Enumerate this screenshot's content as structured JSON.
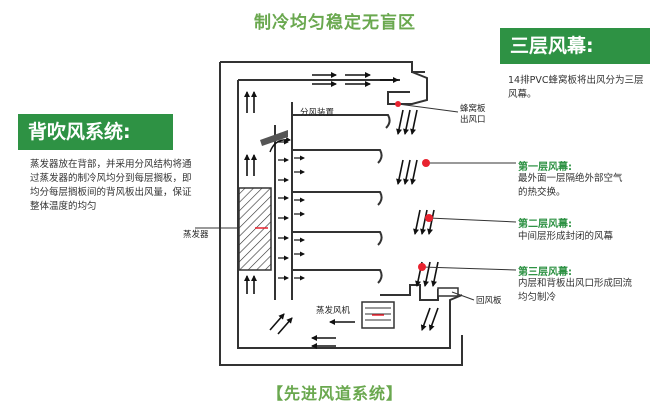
{
  "title": "制冷均匀稳定无盲区",
  "footer": "【先进风道系统】",
  "back_blow": {
    "heading": "背吹风系统:",
    "description": "蒸发器放在背部，并采用分风结构将通过蒸发器的制冷风均分到每层搁板，即均分每层搁板间的背风板出风量，保证整体温度的均匀"
  },
  "triple_curtain": {
    "heading": "三层风幕:",
    "description": "14排PVC蜂窝板将出风分为三层风幕。"
  },
  "layers": [
    {
      "title": "第一层风幕:",
      "description": "最外面一层隔绝外部空气的热交换。"
    },
    {
      "title": "第二层风幕:",
      "description": "中间层形成封闭的风幕"
    },
    {
      "title": "第三层风幕:",
      "description": "内层和背板出风口形成回流均匀制冷"
    }
  ],
  "labels": {
    "splitter": "分风装置",
    "honeycomb": "蜂窝板出风口",
    "evaporator": "蒸发器",
    "fan": "蒸发风机",
    "return_plate": "回风板"
  },
  "colors": {
    "green": "#2e9244",
    "title_green": "#6aa84f",
    "dot_red": "#e8232f"
  }
}
